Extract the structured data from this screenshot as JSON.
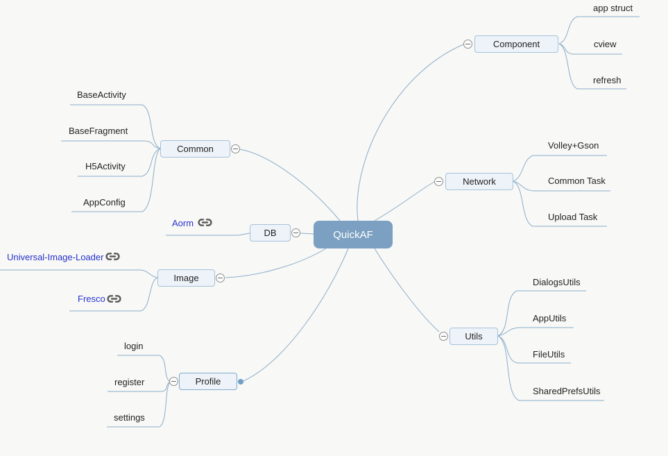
{
  "diagram": {
    "type": "mindmap",
    "root": {
      "label": "QuickAF"
    },
    "branches": [
      {
        "label": "Component",
        "side": "right",
        "children": [
          {
            "label": "app struct"
          },
          {
            "label": "cview"
          },
          {
            "label": "refresh"
          }
        ]
      },
      {
        "label": "Network",
        "side": "right",
        "children": [
          {
            "label": "Volley+Gson"
          },
          {
            "label": "Common Task"
          },
          {
            "label": "Upload Task"
          }
        ]
      },
      {
        "label": "Utils",
        "side": "right",
        "children": [
          {
            "label": "DialogsUtils"
          },
          {
            "label": "AppUtils"
          },
          {
            "label": "FileUtils"
          },
          {
            "label": "SharedPrefsUtils"
          }
        ]
      },
      {
        "label": "Common",
        "side": "left",
        "children": [
          {
            "label": "BaseActivity"
          },
          {
            "label": "BaseFragment"
          },
          {
            "label": "H5Activity"
          },
          {
            "label": "AppConfig"
          }
        ]
      },
      {
        "label": "DB",
        "side": "left",
        "children": [
          {
            "label": "Aorm",
            "hyperlink": true
          }
        ]
      },
      {
        "label": "Image",
        "side": "left",
        "children": [
          {
            "label": "Universal-Image-Loader",
            "hyperlink": true
          },
          {
            "label": "Fresco",
            "hyperlink": true
          }
        ]
      },
      {
        "label": "Profile",
        "side": "left",
        "selected": true,
        "children": [
          {
            "label": "login"
          },
          {
            "label": "register"
          },
          {
            "label": "settings"
          }
        ]
      }
    ],
    "colors": {
      "background": "#f8f8f6",
      "root_fill": "#7ba0c1",
      "node_fill": "#eef3f9",
      "node_border": "#a6c2d9",
      "connector": "#8aadca",
      "hyperlink_text": "#2733cc",
      "link_icon": "#5a5a5a"
    }
  }
}
